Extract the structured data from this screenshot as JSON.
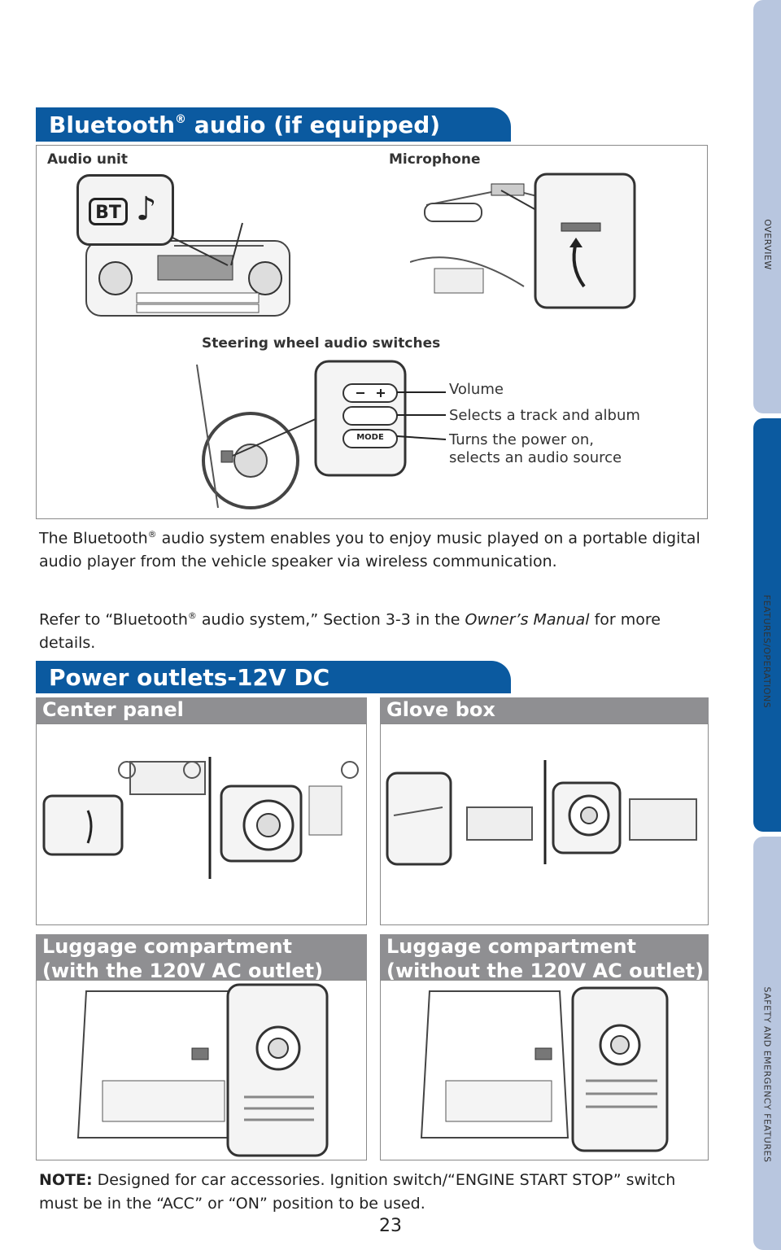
{
  "sidebar": {
    "tabs": [
      {
        "label": "OVERVIEW",
        "active": false
      },
      {
        "label": "FEATURES/OPERATIONS",
        "active": true
      },
      {
        "label": "SAFETY AND EMERGENCY FEATURES",
        "active": false
      }
    ]
  },
  "bluetooth": {
    "header_main": "Bluetooth",
    "header_mark": "®",
    "header_rest": " audio (if equipped)",
    "audio_unit_label": "Audio unit",
    "microphone_label": "Microphone",
    "steering_label": "Steering wheel audio switches",
    "bt_badge": "BT",
    "note_icon": "♪",
    "mode_button": "MODE",
    "callouts": {
      "volume": "Volume",
      "track": "Selects a track and album",
      "power_line1": "Turns the power on,",
      "power_line2": "selects an audio source"
    },
    "para1_a": "The Bluetooth",
    "para1_mark": "®",
    "para1_b": " audio system enables you to enjoy music played on a portable digital audio player from the vehicle speaker via wireless communication.",
    "para2_a": "Refer to “Bluetooth",
    "para2_mark": "®",
    "para2_b": " audio system,” Section 3-3 in the ",
    "para2_manual": "Owner’s Manual",
    "para2_c": " for more details."
  },
  "power": {
    "header": "Power outlets-12V DC",
    "center_panel": "Center panel",
    "glove_box": "Glove box",
    "luggage_with_l1": "Luggage compartment",
    "luggage_with_l2": "(with the 120V AC outlet)",
    "luggage_without_l1": "Luggage compartment",
    "luggage_without_l2": "(without the 120V AC outlet)"
  },
  "note": {
    "label": "NOTE:",
    "text": " Designed for car accessories. Ignition switch/“ENGINE START STOP” switch must be in the “ACC” or “ON” position to be used."
  },
  "page_number": "23",
  "colors": {
    "brand_blue": "#0b5aa0",
    "tab_light": "#b8c6df",
    "sub_header_gray": "#8f8f92"
  }
}
